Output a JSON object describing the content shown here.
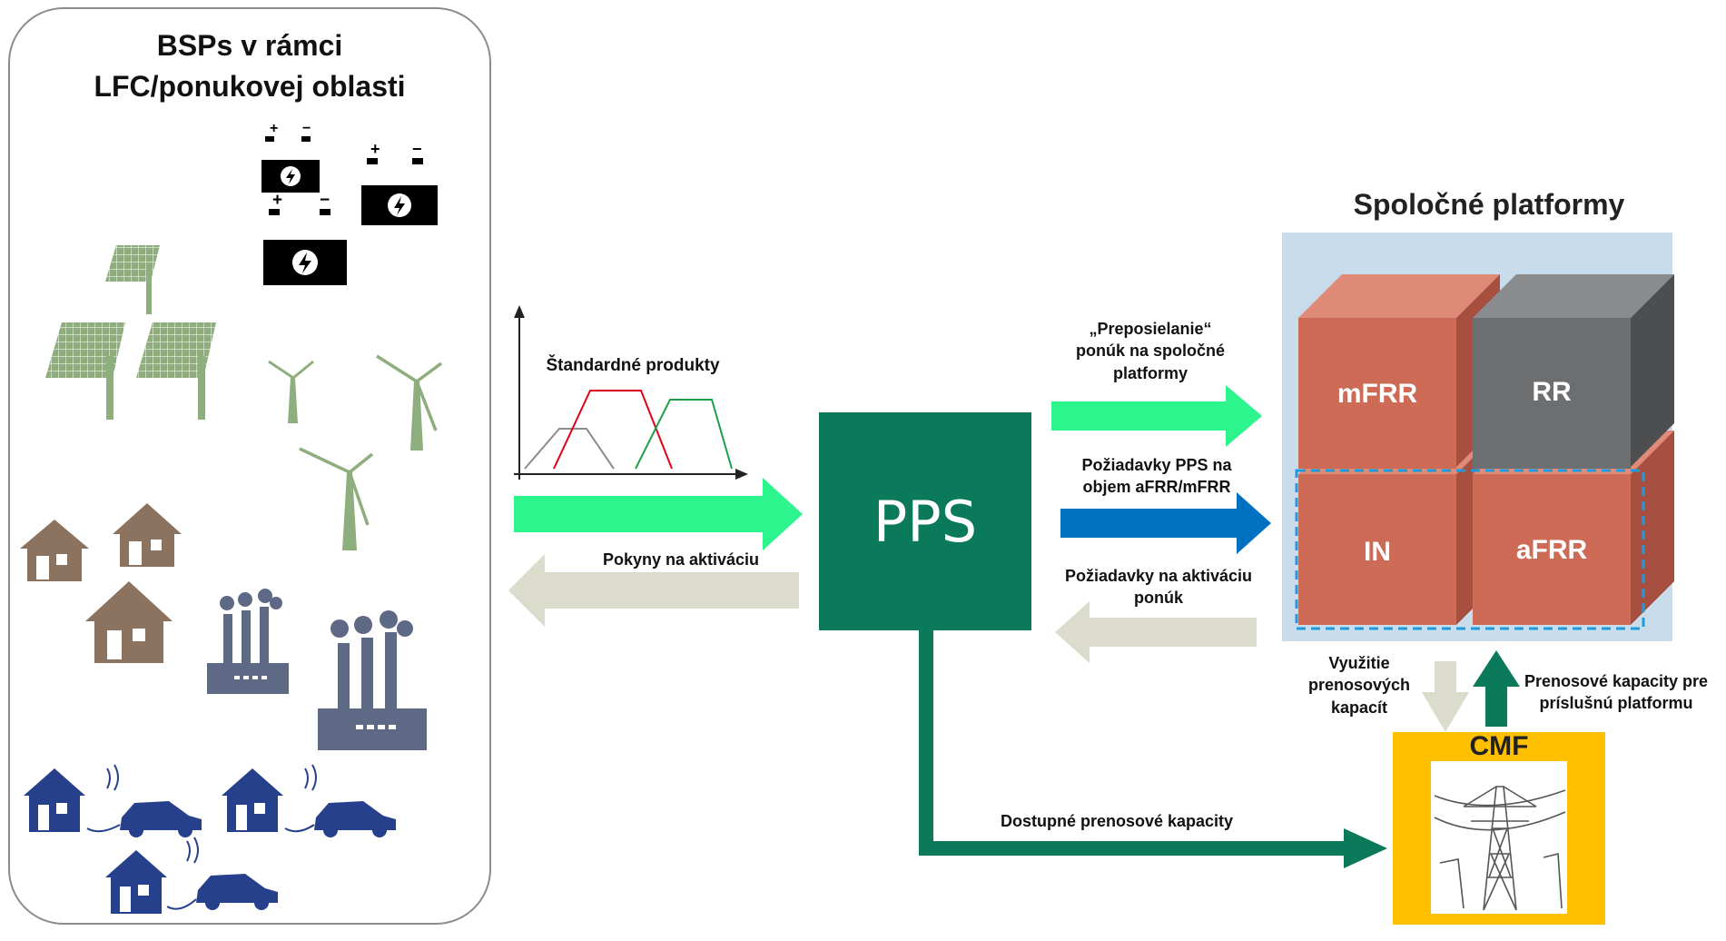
{
  "bsp_panel": {
    "title": "BSPs v rámci\nLFC/ponukovej oblasti"
  },
  "chart": {
    "title": "Štandardné produkty"
  },
  "flows": {
    "to_pps_left_label": "",
    "activation_instructions": "Pokyny na aktiváciu",
    "forwarding_bids": "„Preposielanie“\nponúk na spoločné\nplatformy",
    "tso_requests_volume": "Požiadavky PPS na\nobjem aFRR/mFRR",
    "activation_requests": "Požiadavky na aktiváciu\nponúk",
    "available_capacities": "Dostupné prenosové kapacity",
    "usage_capacities": "Využitie\nprenosových\nkapacít",
    "capacities_for_platform": "Prenosové kapacity pre\npríslušnú platformu"
  },
  "pps": {
    "label": "PPS"
  },
  "platforms": {
    "title": "Spoločné platformy",
    "blocks": [
      "mFRR",
      "RR",
      "IN",
      "aFRR"
    ]
  },
  "cmf": {
    "label": "CMF"
  },
  "colors": {
    "green_light": "#2df58e",
    "green_dark": "#0a7a5a",
    "blue": "#0070c0",
    "beige": "#dcdccc",
    "brick": "#cd6b57",
    "gray": "#6d6e70",
    "yellow": "#ffc000",
    "platform_bg": "#c8dcec",
    "solar": "#8fae7e",
    "house_brown": "#8c735f",
    "factory": "#5e6a85",
    "navy": "#26408b"
  }
}
